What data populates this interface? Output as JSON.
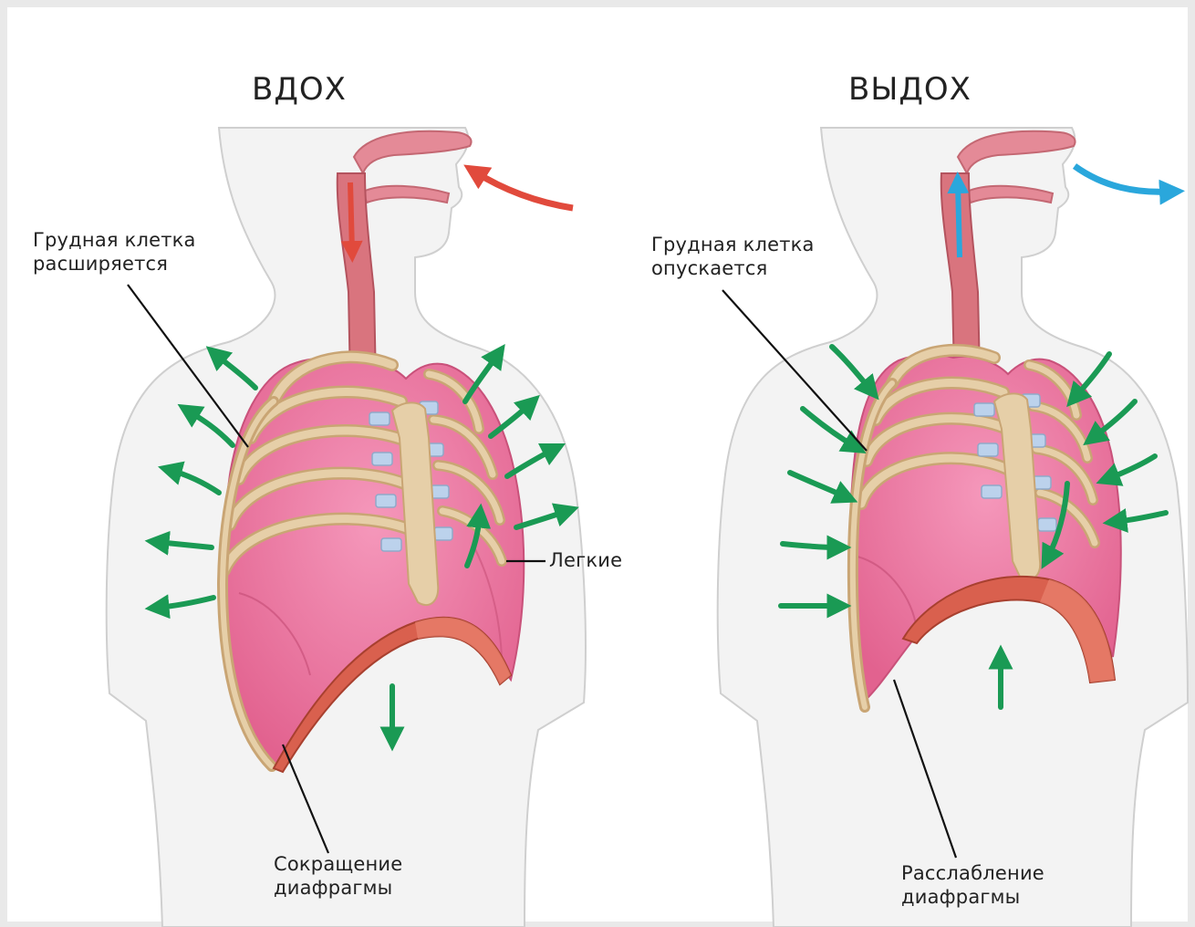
{
  "titles": {
    "inhale": "ВДОХ",
    "exhale": "ВЫДОХ"
  },
  "labels": {
    "chest_expands": [
      "Грудная клетка",
      "расширяется"
    ],
    "chest_lowers": [
      "Грудная клетка",
      "опускается"
    ],
    "lungs": "Легкие",
    "diaphragm_contraction": [
      "Сокращение",
      "диафрагмы"
    ],
    "diaphragm_relaxation": [
      "Расслабление",
      "диафрагмы"
    ]
  },
  "colors": {
    "background": "#e9e9e9",
    "panel": "#ffffff",
    "body_fill": "#f3f3f3",
    "body_outline": "#cfcfcf",
    "lung_fill": "#e9729c",
    "airway": "#d9747e",
    "rib": "#dcc39b",
    "cartilage": "#bcd2ec",
    "diaphragm": "#d9604e",
    "arrow_green": "#1a9a54",
    "arrow_inhale": "#e14a3c",
    "arrow_exhale": "#2aa7dc"
  }
}
